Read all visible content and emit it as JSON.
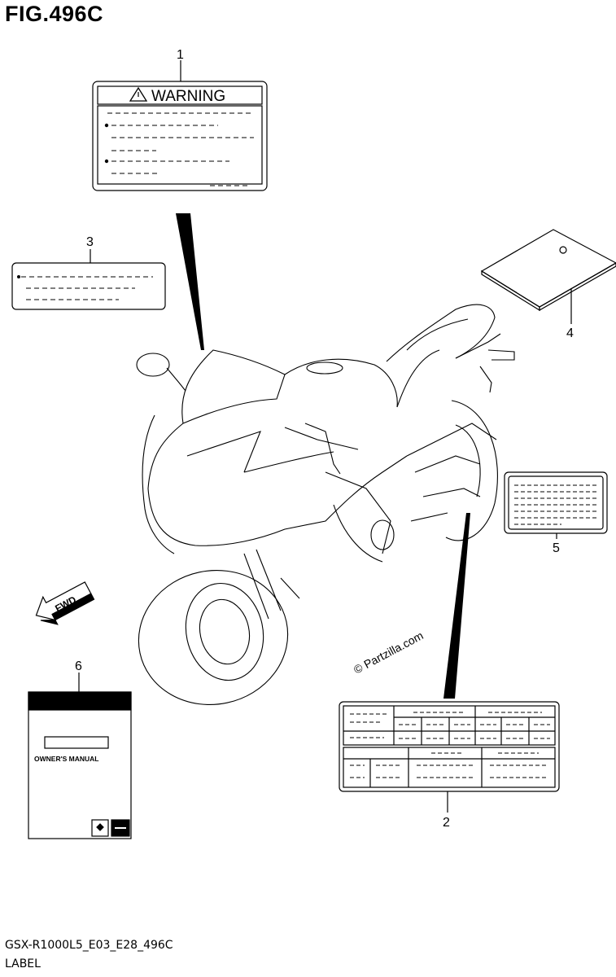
{
  "figure": {
    "title": "FIG.496C",
    "code": "GSX-R1000L5_E03_E28_496C",
    "name": "LABEL"
  },
  "labels": {
    "warning_text": "WARNING",
    "manual_text": "OWNER'S MANUAL",
    "direction_text": "FWD",
    "watermark": "© Partzilla.com"
  },
  "callouts": [
    "1",
    "2",
    "3",
    "4",
    "5",
    "6"
  ]
}
